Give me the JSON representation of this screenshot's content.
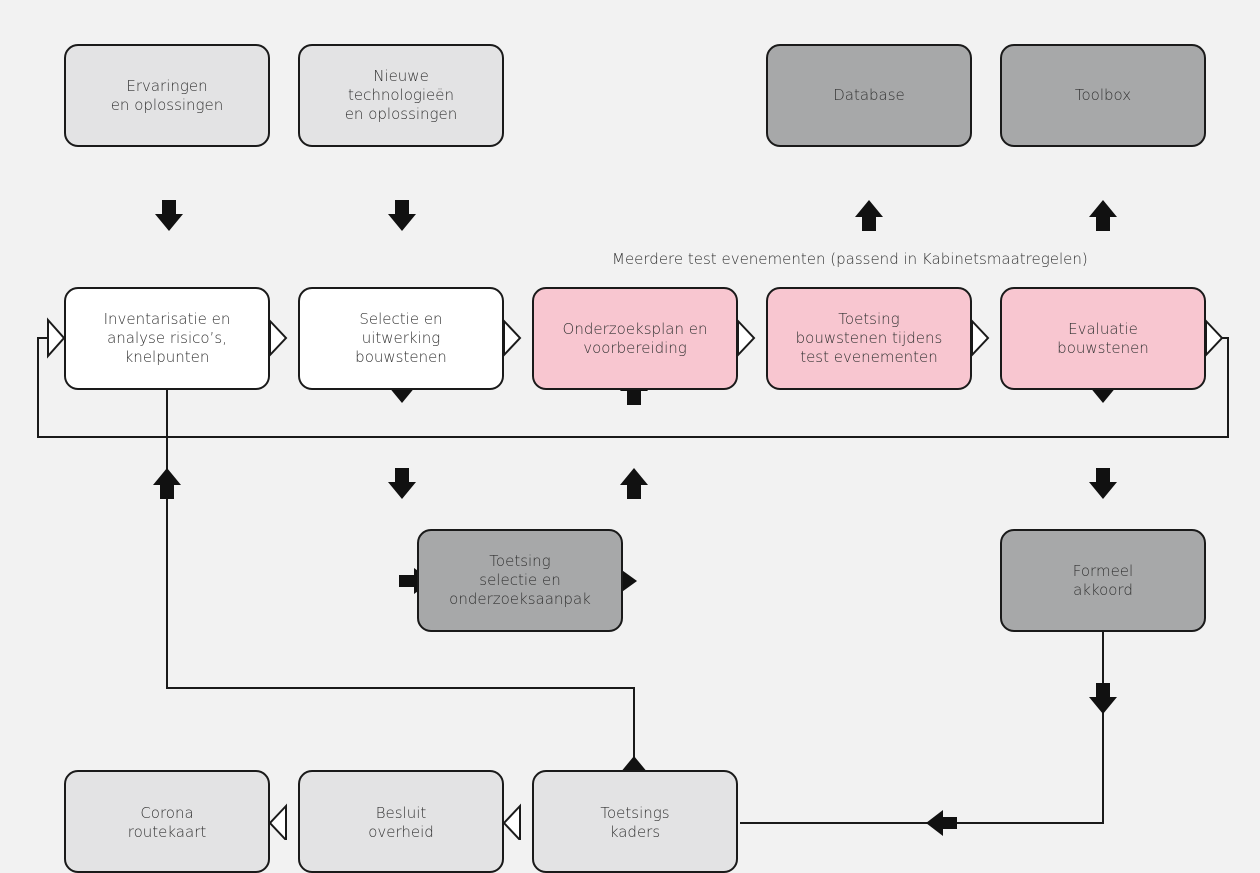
{
  "caption": "Meerdere test evenementen (passend in Kabinetsmaatregelen)",
  "boxes": {
    "ervaringen": "Ervaringen\nen oplossingen",
    "nieuwe": "Nieuwe\ntechnologieën\nen oplossingen",
    "database": "Database",
    "toolbox": "Toolbox",
    "inventarisatie": "Inventarisatie en\nanalyse risico’s,\nknelpunten",
    "selectie": "Selectie en\nuitwerking\nbouwstenen",
    "onderzoeksplan": "Onderzoeksplan en\nvoorbereiding",
    "toetsing_bouwstenen": "Toetsing\nbouwstenen tijdens\ntest evenementen",
    "evaluatie": "Evaluatie\nbouwstenen",
    "toetsing_selectie": "Toetsing\nselectie en\nonderzoeksaanpak",
    "formeel": "Formeel\nakkoord",
    "corona": "Corona\nroutekaart",
    "besluit": "Besluit\noverheid",
    "toetsings_kaders": "Toetsings\nkaders"
  },
  "colors": {
    "light_gray": "#e3e3e4",
    "dark_gray": "#a7a8a9",
    "white": "#ffffff",
    "pink": "#f8c6d0",
    "line": "#1a1a1a"
  }
}
